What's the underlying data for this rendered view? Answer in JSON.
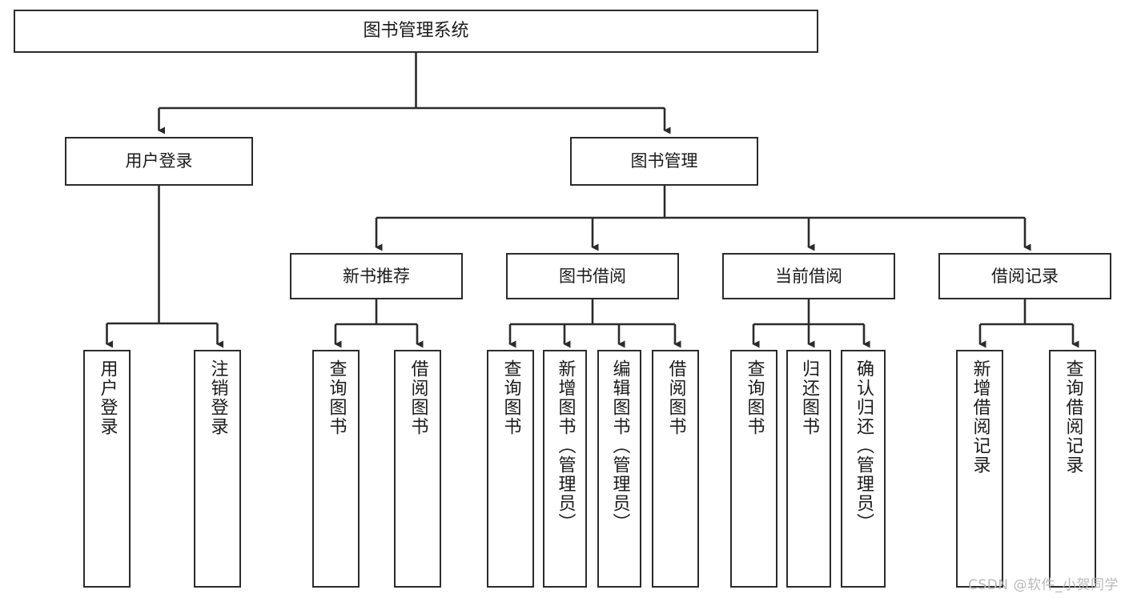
{
  "diagram": {
    "title": "图书管理系统",
    "watermark": "CSDN @软件_小贺同学",
    "colors": {
      "background": "#ffffff",
      "box_fill": "#ffffff",
      "box_stroke": "#2b2b2b",
      "connector": "#2b2b2b",
      "text": "#1a1a1a",
      "watermark": "#b9b9b9"
    },
    "root": {
      "label": "图书管理系统"
    },
    "level2": [
      {
        "label": "用户登录"
      },
      {
        "label": "图书管理"
      }
    ],
    "level3": [
      {
        "label": "新书推荐"
      },
      {
        "label": "图书借阅"
      },
      {
        "label": "当前借阅"
      },
      {
        "label": "借阅记录"
      }
    ],
    "leaves": {
      "user_login": [
        {
          "label": "用户登录"
        },
        {
          "label": "注销登录"
        }
      ],
      "new_book_recommend": [
        {
          "label": "查询图书"
        },
        {
          "label": "借阅图书"
        }
      ],
      "book_borrow": [
        {
          "label": "查询图书"
        },
        {
          "label": "新增图书（管理员）"
        },
        {
          "label": "编辑图书（管理员）"
        },
        {
          "label": "借阅图书"
        }
      ],
      "current_borrow": [
        {
          "label": "查询图书"
        },
        {
          "label": "归还图书"
        },
        {
          "label": "确认归还（管理员）"
        }
      ],
      "borrow_record": [
        {
          "label": "新增借阅记录"
        },
        {
          "label": "查询借阅记录"
        }
      ]
    }
  }
}
